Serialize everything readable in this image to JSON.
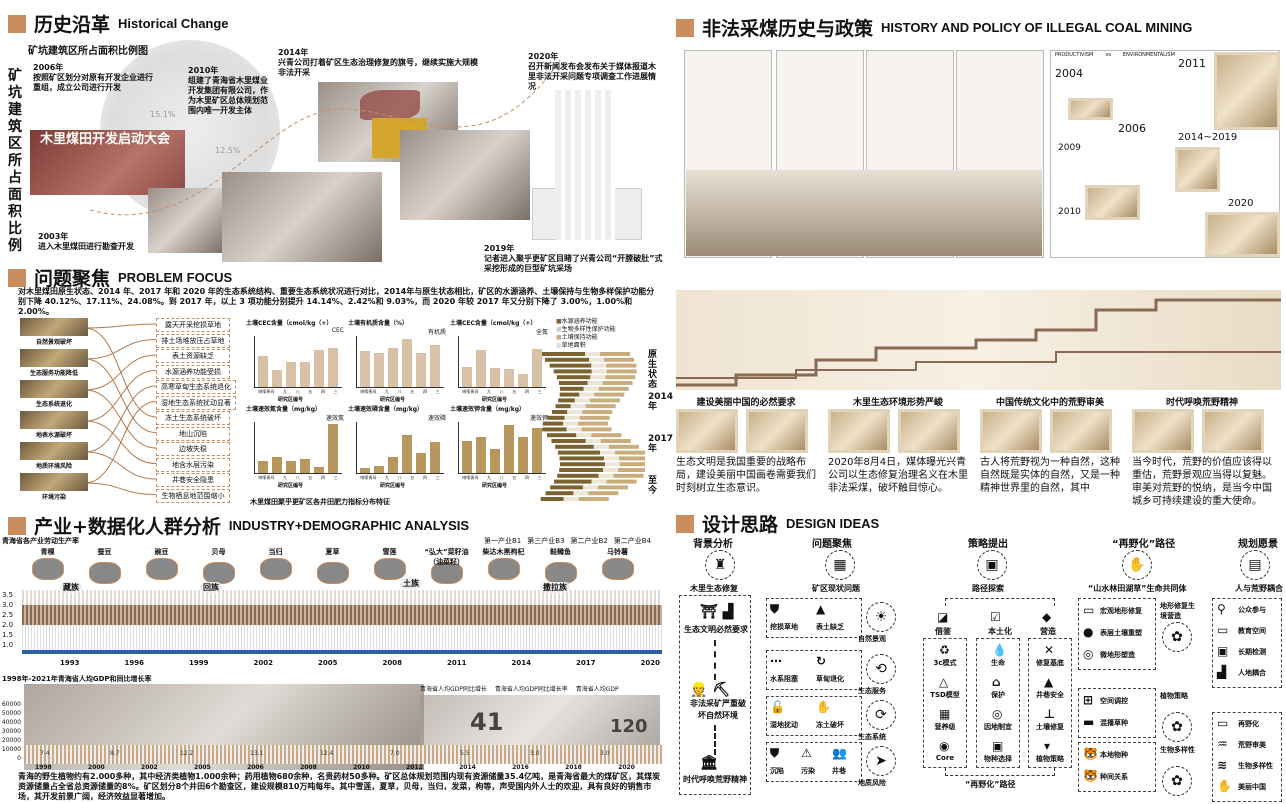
{
  "history": {
    "title_cn": "历史沿革",
    "title_en": "Historical Change",
    "chart_title": "矿坑建筑区所占面积比例图",
    "side_label": "矿坑建筑区所占面积比例",
    "banner": "木里煤田开发启动大会",
    "pct1": "15.1%",
    "pct2": "12.5%",
    "events": [
      {
        "year": "2006年",
        "text": "按照矿区划分对原有开发企业进行重组，成立公司进行开发"
      },
      {
        "year": "2010年",
        "text": "组建了青海省木里煤业开发集团有限公司，作为木里矿区总体规划范围内唯一开发主体"
      },
      {
        "year": "2014年",
        "text": "兴青公司打着矿区生态治理修复的旗号，继续实施大规模非法开采"
      },
      {
        "year": "2020年",
        "text": "召开新闻发布会发布关于媒体报道木里非法开采问题专项调查工作进展情况"
      },
      {
        "year": "2003年",
        "text": "进入木里煤田进行勘查开发"
      },
      {
        "year": "2019年",
        "text": "记者进入聚乎更矿区目睹了兴青公司“开膛破肚”式采挖形成的巨型矿坑采场"
      }
    ]
  },
  "problem": {
    "title_cn": "问题聚焦",
    "title_en": "PROBLEM FOCUS",
    "intro": "对木里煤田原生状态、2014 年、2017 年和 2020 年的生态系统结构、重要生态系统状况进行对比，2014年与原生状态相比，矿区的水源涵养、土壤保持与生物多样保护功能分别下降 40.12%、17.11%、24.08%。到 2017 年，以上 3 项功能分别提升 14.14%、2.42%和 9.03%，而 2020 年较 2017 年又分别下降了 3.00%，1.00%和 2.00%。",
    "images": [
      "自然景观破坏",
      "生态服务功能降低",
      "生态系统退化",
      "地表水源破坏",
      "地质环境风险",
      "环境污染"
    ],
    "issues": [
      "露天开采挖损草地",
      "排土场堆放压占草地",
      "表土资源缺乏",
      "水源涵养功能受损",
      "高寒草甸生态系统退化",
      "湿地生态系统扰动显著",
      "冻土生态系统破坏",
      "地山沉陷",
      "边坡失稳",
      "地含水层污染",
      "井巷安全隐患",
      "生物栖息地范围缩小"
    ],
    "chart_caption": "木里煤田聚乎更矿区各井田肥力指标分布特征",
    "xlabel": "研究区编号",
    "categories": [
      "哆嗦贵玛",
      "九",
      "八",
      "五",
      "四",
      "三"
    ],
    "charts": [
      {
        "title": "土壤CEC含量（cmol/kg（+）",
        "legend": "CEC",
        "max": 30,
        "values": [
          18,
          10,
          15,
          15,
          22,
          23
        ]
      },
      {
        "title": "土壤有机质含量（%）",
        "legend": "有机质",
        "max": 30,
        "values": [
          21,
          20,
          23,
          28,
          20,
          25
        ]
      },
      {
        "title": "土壤CEC含量（cmol/kg（+）",
        "legend": "全氮",
        "max": 4000,
        "values": [
          1600,
          2900,
          1500,
          1450,
          1050,
          2950
        ]
      },
      {
        "title": "土壤速效氮含量（mg/kg）",
        "legend": "速效氮",
        "max": 300,
        "values": [
          70,
          95,
          70,
          85,
          35,
          290
        ]
      },
      {
        "title": "土壤速效磷含量（mg/kg）",
        "legend": "速效磷",
        "max": 10,
        "values": [
          1,
          1.3,
          3.2,
          7.5,
          4,
          6
        ]
      },
      {
        "title": "土壤速效钾含量（mg/kg）",
        "legend": "速效钾",
        "max": 200,
        "values": [
          125,
          140,
          95,
          188,
          142,
          175
        ]
      }
    ],
    "stack_legend": [
      "水源涵养功能",
      "生物多样性保护功能",
      "土壤保持功能",
      "草地面积"
    ],
    "stack_labels": [
      "原生状态",
      "2014年",
      "2017年",
      "至今"
    ],
    "colors": {
      "water": "#7a6330",
      "bio": "#ece6d6",
      "soil": "#c9ad7d"
    }
  },
  "industry": {
    "title_cn": "产业+数据化人群分析",
    "title_en": "INDUSTRY+DEMOGRAPHIC ANALYSIS",
    "band_title": "青海省各产业劳动生产率",
    "products": [
      "青稞",
      "蚕豆",
      "豌豆",
      "贝母",
      "当归",
      "夏草",
      "雪莲",
      "“弘大”菜籽油（油菜籽）",
      "柴达木黑枸杞",
      "鲑鳟鱼",
      "马铃薯"
    ],
    "ethnic": [
      "藏族",
      "回族",
      "土族",
      "撒拉族"
    ],
    "legend": [
      "第一产业B1",
      "第三产业B3",
      "第二产业B2",
      "第二产业B4"
    ],
    "yticks": [
      "3.5",
      "3.0",
      "2.5",
      "2.0",
      "1.5",
      "1.0"
    ],
    "years": [
      "1993",
      "1996",
      "1999",
      "2002",
      "2005",
      "2008",
      "2011",
      "2014",
      "2017",
      "2020"
    ],
    "gdp_title": "1998年-2021年青海省人均GDP和同比增长率",
    "gdp_legend": [
      "青海省人均GDP同比增长",
      "青海省人均GDP同比增长率",
      "青海省人均GDP"
    ],
    "gdp_yticks": [
      "60000",
      "50000",
      "40000",
      "30000",
      "20000",
      "10000",
      "0"
    ],
    "gdp_years": [
      "1998",
      "2000",
      "2002",
      "2005",
      "2006",
      "2008",
      "2010",
      "2012",
      "2014",
      "2016",
      "2018",
      "2020"
    ],
    "gdp_rates": [
      "7.4",
      "8.7",
      "12.2",
      "13.1",
      "12.4",
      "7.0",
      "5.5",
      "3.0",
      "3.0"
    ],
    "gdp_big": [
      "41",
      "120"
    ],
    "text": "青海的野生植物约有2.000多种，其中经济类植物1.000余种；药用植物680余种，名贵药材50多种。矿区总体规划范围内现有资源储量35.4亿吨，是青海省最大的煤矿区，其煤炭资源储量占全省总资源储量的8%。矿区划分8个井田6个勘查区，建设规模810万吨每年。其中雪莲，夏草，贝母，当归，发菜，枸等，声受国内外人士的欢迎，具有良好的销售市场，其开发前景广阔，经济效益显著增加。"
  },
  "policy": {
    "title_cn": "非法采煤历史与政策",
    "title_en": "HISTORY AND POLICY OF ILLEGAL COAL MINING",
    "header_left": "PRODUCTIVISM",
    "header_vs": "vs",
    "header_right": "ENVIRONMENTALISM",
    "years": [
      "2004",
      "2006",
      "2009",
      "2010",
      "2011",
      "2014~2019",
      "2020"
    ]
  },
  "reasons": [
    {
      "title": "建设美丽中国的必然要求",
      "text": "生态文明是我国重要的战略布局，建设美丽中国画卷需要我们时刻树立生态意识。"
    },
    {
      "title": "木里生态环境形势严峻",
      "text": "2020年8月4日，媒体曝光兴青公司以生态修复治理名义在木里非法采煤，破坏触目惊心。"
    },
    {
      "title": "中国传统文化中的荒野审美",
      "text": "古人将荒野视为一种自然，这种自然既是实体的自然，又是一种精神世界里的自然，其中"
    },
    {
      "title": "时代呼唤荒野精神",
      "text": "当今时代，荒野的价值应该得以重估，荒野景观应当得以复魅。审美对荒野的悦纳，是当今中国城乡可持续建设的重大使命。"
    }
  ],
  "design": {
    "title_cn": "设计思路",
    "title_en": "DESIGN IDEAS",
    "columns": [
      "背景分析",
      "问题聚焦",
      "策略提出",
      "“再野化”路径",
      "规划愿景"
    ],
    "bg": {
      "sub": "木里生态修复",
      "a": "生态文明必然要求",
      "b": "非法采矿严重破坏自然环境",
      "c": "时代呼唤荒野精神"
    },
    "problem": {
      "sub": "矿区现状问题",
      "groups": [
        [
          "挖损草地",
          "表土缺乏"
        ],
        [
          "水系阻塞",
          "草甸退化"
        ],
        [
          "湿地扰动",
          "冻土破坏"
        ],
        [
          "沉陷",
          "污染",
          "井巷"
        ]
      ],
      "targets": [
        "自然景观",
        "生态服务",
        "生态系统",
        "地质风险"
      ]
    },
    "strategy": {
      "sub": "路径探索",
      "heads": [
        "借鉴",
        "本土化",
        "营造"
      ],
      "c1": [
        "3c模式",
        "TSD模型",
        "营养级",
        "Core"
      ],
      "c2": [
        "生命",
        "保护",
        "因地制宜",
        "物种选择"
      ],
      "c3": [
        "修复基底",
        "井巷安全",
        "土壤修复",
        "植物策略"
      ],
      "footer": "“再野化”路径"
    },
    "rewild": {
      "sub": "“山水林田湖草”生命共同体",
      "g1": [
        "宏观地形修复",
        "表层土壤重塑",
        "微地形塑造"
      ],
      "g1_label": "地形修复生境营造",
      "g2": [
        "空间调控",
        "混播草种"
      ],
      "g2_label": "植物策略",
      "g3": [
        "本地物种",
        "种间关系"
      ],
      "g3_label": "生物多样性"
    },
    "vision": {
      "sub": "人与荒野耦合",
      "g1": [
        "公众参与",
        "教育空间",
        "长期检测",
        "人地耦合"
      ],
      "g2": [
        "再野化",
        "荒野审美",
        "生物多样性",
        "美丽中国"
      ]
    }
  }
}
